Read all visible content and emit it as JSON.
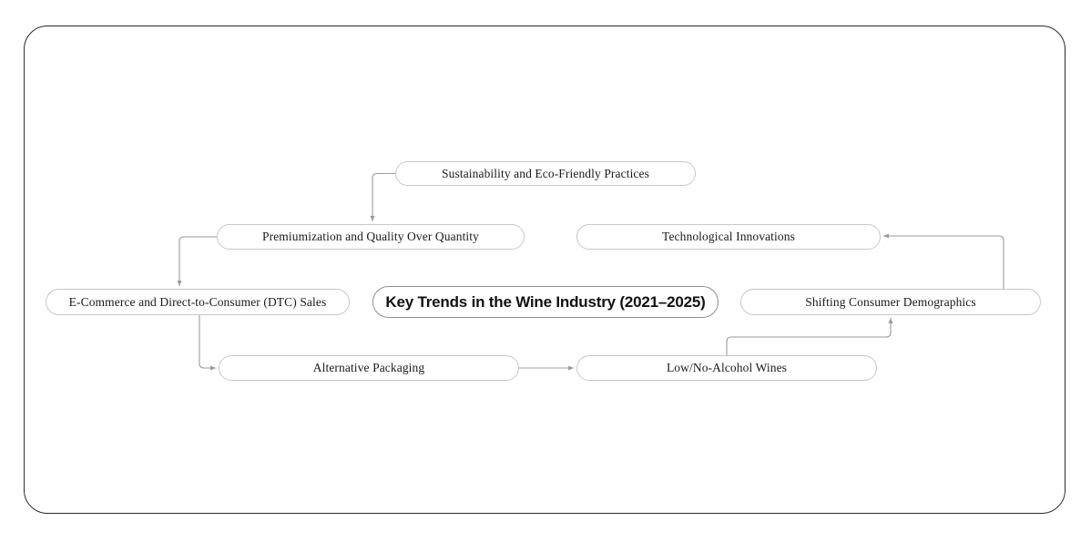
{
  "diagram": {
    "type": "mind-map",
    "root": {
      "id": "root",
      "label": "Key Trends in the Wine Industry (2021–2025)"
    },
    "nodes": [
      {
        "id": "sustainability",
        "label": "Sustainability and Eco-Friendly Practices"
      },
      {
        "id": "premiumization",
        "label": "Premiumization and Quality Over Quantity"
      },
      {
        "id": "technological",
        "label": "Technological Innovations"
      },
      {
        "id": "ecommerce",
        "label": "E-Commerce and Direct-to-Consumer (DTC) Sales"
      },
      {
        "id": "demographics",
        "label": "Shifting Consumer Demographics"
      },
      {
        "id": "packaging",
        "label": "Alternative Packaging"
      },
      {
        "id": "lownoalcohol",
        "label": "Low/No-Alcohol Wines"
      }
    ],
    "edges": [
      {
        "from": "sustainability",
        "to": "premiumization",
        "arrow": "down"
      },
      {
        "from": "premiumization",
        "to": "ecommerce",
        "arrow": "down"
      },
      {
        "from": "ecommerce",
        "to": "packaging",
        "arrow": "right"
      },
      {
        "from": "packaging",
        "to": "lownoalcohol",
        "arrow": "right"
      },
      {
        "from": "lownoalcohol",
        "to": "demographics",
        "arrow": "up"
      },
      {
        "from": "demographics",
        "to": "technological",
        "arrow": "left"
      }
    ],
    "colors": {
      "frame_border": "#2b2b2b",
      "node_border": "#c8c8c8",
      "root_border": "#8f8f8f",
      "node_fill": "#ffffff",
      "edge_stroke": "#9a9a9a",
      "text": "#1a1a1a",
      "background": "#ffffff"
    }
  }
}
